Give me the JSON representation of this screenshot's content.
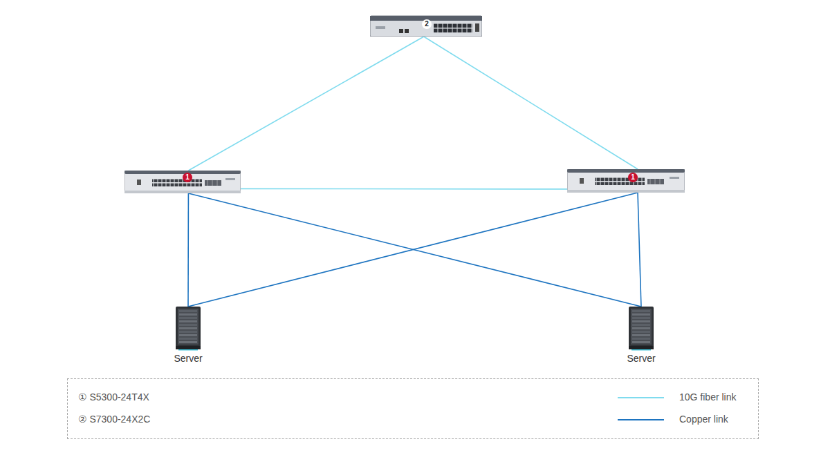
{
  "diagram": {
    "nodes": [
      {
        "text": [
          "2"
        ]
      },
      {
        "text": [
          "1"
        ]
      },
      {
        "text": [
          "1"
        ]
      },
      {
        "text": [
          "Server"
        ]
      },
      {
        "text": [
          "Server"
        ]
      }
    ],
    "edges": [
      {
        "from": 0,
        "to": 1,
        "arrow": "none"
      },
      {
        "from": 0,
        "to": 2,
        "arrow": "none"
      },
      {
        "from": 1,
        "to": 2,
        "arrow": "none"
      },
      {
        "from": 1,
        "to": 3,
        "arrow": "none"
      },
      {
        "from": 1,
        "to": 4,
        "arrow": "none"
      },
      {
        "from": 2,
        "to": 3,
        "arrow": "none"
      },
      {
        "from": 2,
        "to": 4,
        "arrow": "none"
      }
    ],
    "legend": [
      {
        "text": "① S5300-24T4X"
      },
      {
        "text": "② S7300-24X2C"
      },
      {
        "text": "10G fiber link"
      },
      {
        "text": "Copper link"
      }
    ]
  }
}
